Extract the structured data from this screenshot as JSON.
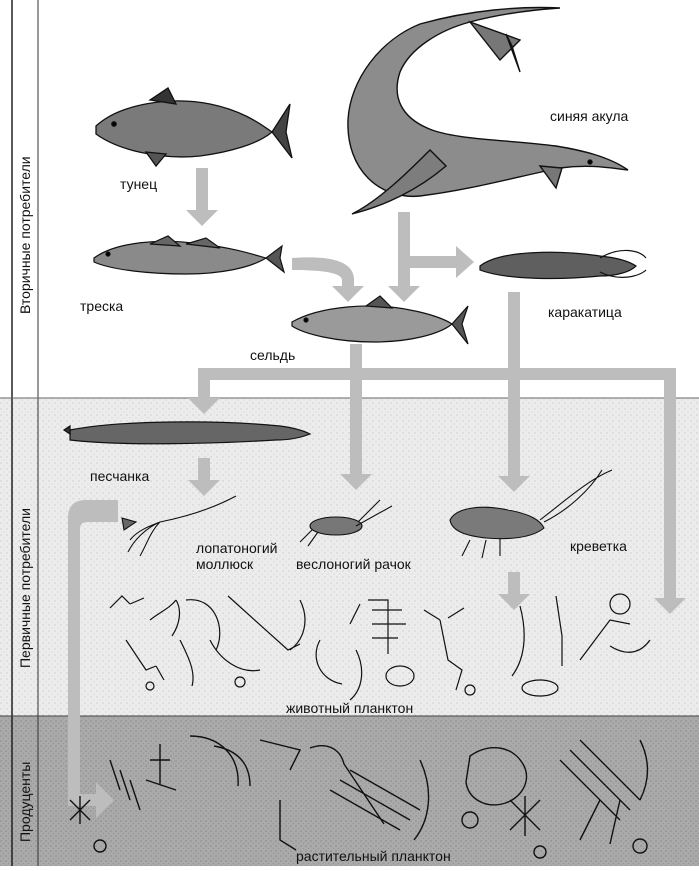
{
  "zones": {
    "secondary": "Вторичные потребители",
    "primary": "Первичные потребители",
    "producers": "Продуценты"
  },
  "organisms": {
    "tuna": "тунец",
    "blue_shark": "синяя акула",
    "cod": "треска",
    "cuttlefish": "каракатица",
    "herring": "сельдь",
    "sand_eel": "песчанка",
    "pteropod_line1": "лопатоногий",
    "pteropod_line2": "моллюск",
    "copepod": "веслоногий рачок",
    "shrimp": "креветка",
    "zooplankton": "животный планктон",
    "phytoplankton": "растительный планктон"
  }
}
